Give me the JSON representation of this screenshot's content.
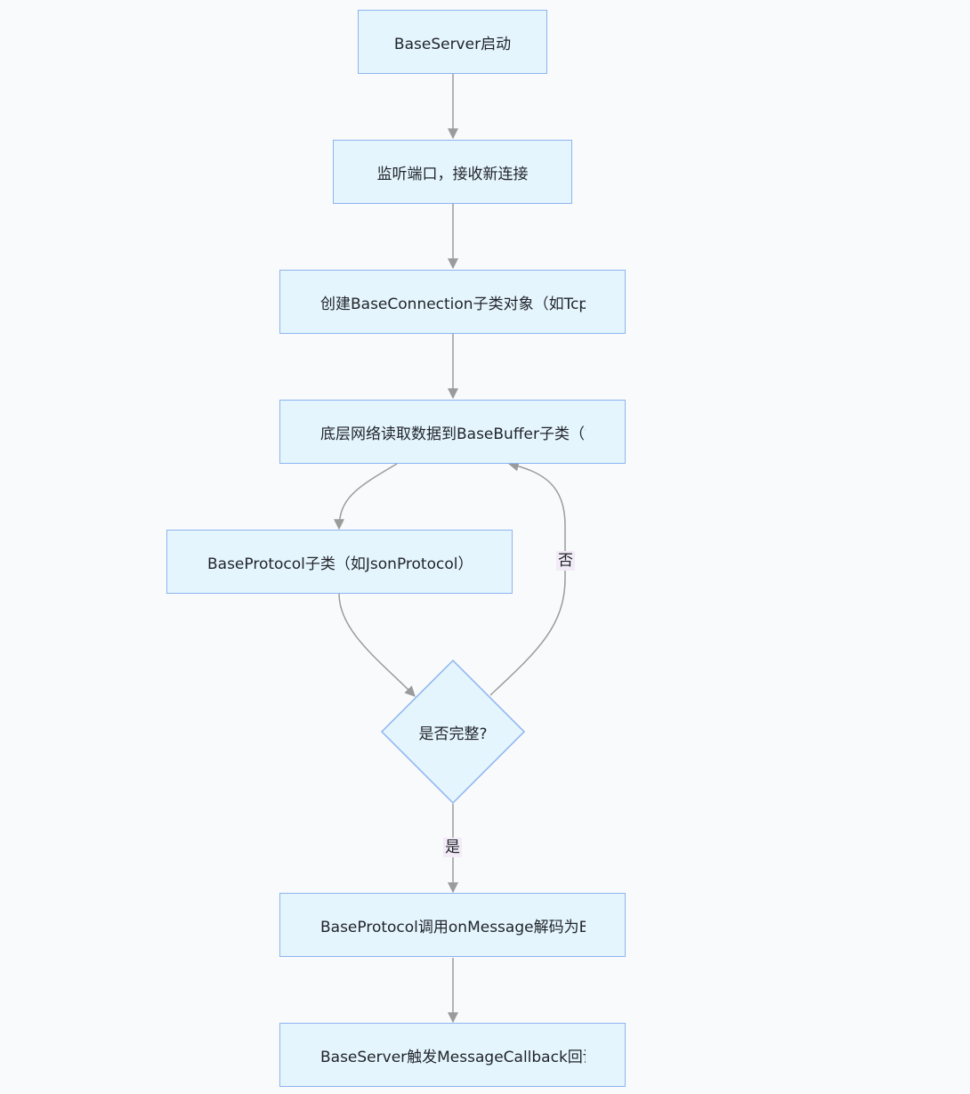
{
  "nodes": {
    "start": "BaseServer启动",
    "listen": "监听端口，接收新连接",
    "create_conn": "创建BaseConnection子类对象（如TcpConnection）",
    "read_buffer": "底层网络读取数据到BaseBuffer子类（如TcpBuffer）",
    "protocol_parse": "BaseProtocol子类（如JsonProtocol）进行解析",
    "decision": "是否完整?",
    "on_message": "BaseProtocol调用onMessage解码为BaseMessage",
    "callback": "BaseServer触发MessageCallback回调，"
  },
  "edge_labels": {
    "no": "否",
    "yes": "是"
  },
  "colors": {
    "node_fill": "#e5f5fd",
    "node_stroke": "#8db4f0",
    "edge": "#9b9b9b",
    "label_bg": "#f3ebf7",
    "background": "#f8fafc"
  }
}
